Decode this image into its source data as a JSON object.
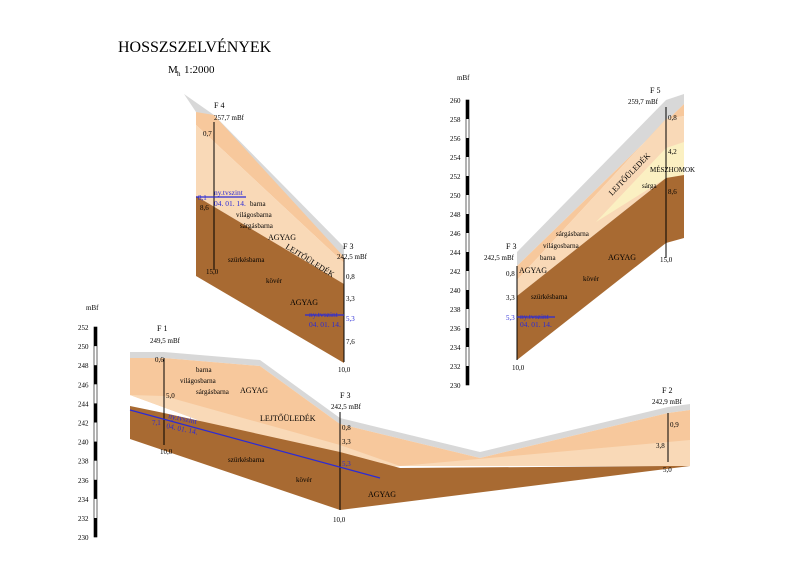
{
  "title": "HOSSZSZELVÉNYEK",
  "scale": {
    "prefix": "M",
    "sub": "h",
    "value": "1:2000"
  },
  "colors": {
    "topsoil": "#f7c89c",
    "lightclay": "#f9d9b7",
    "brownclay": "#a86a32",
    "sand": "#fbf0c2",
    "water": "#3a2fb0",
    "grey": "#c9c9c9"
  },
  "axis_top": {
    "unit": "mBf",
    "ticks": [
      "260",
      "258",
      "256",
      "254",
      "252",
      "250",
      "248",
      "246",
      "244",
      "242",
      "240",
      "238",
      "236",
      "234",
      "232",
      "230"
    ]
  },
  "axis_bottom": {
    "unit": "mBf",
    "ticks": [
      "252",
      "250",
      "248",
      "246",
      "244",
      "242",
      "240",
      "238",
      "236",
      "234",
      "232",
      "230"
    ]
  },
  "f4": {
    "name": "F 4",
    "elev": "257,7 mBf",
    "d1": "0,7",
    "d2": "8,6",
    "bottom": "15,0",
    "water": {
      "label": "ny.tvszint",
      "date": "04. 01. 14.",
      "depth": "8,1"
    },
    "labels": {
      "barna": "barna",
      "vilagos": "világosbarna",
      "sargas": "sárgásbarna",
      "agyag1": "AGYAG",
      "lejto": "LEJTŐÜLEDÉK",
      "szurke": "szürkésbarna",
      "kover": "kövér",
      "agyag2": "AGYAG"
    }
  },
  "f3_a": {
    "name": "F 3",
    "elev": "242,5 mBf",
    "d1": "0,8",
    "d2": "3,3",
    "d3": "5,3",
    "d4": "7,6",
    "bottom": "10,0",
    "water": {
      "label": "ny.tvszint",
      "date": "04. 01. 14."
    }
  },
  "f5": {
    "name": "F 5",
    "elev": "259,7 mBf",
    "d1": "0,8",
    "d2": "4,2",
    "d3": "8,6",
    "bottom": "15,0",
    "labels": {
      "lejto": "LEJTŐÜLEDÉK",
      "homok": "MÉSZHOMOK",
      "sarga": "sárga"
    }
  },
  "f3_b": {
    "name": "F 3",
    "elev": "242,5 mBf",
    "d1": "0,8",
    "d2": "3,3",
    "d3": "5,3",
    "bottom": "10,0",
    "water": {
      "label": "ny.tvszint",
      "date": "04. 01. 14."
    },
    "labels": {
      "agyag1": "AGYAG",
      "sargas": "sárgásbarna",
      "vilagos": "világosbarna",
      "barna": "barna",
      "agyag2": "AGYAG",
      "kover": "kövér",
      "szurke": "szürkésbarna"
    }
  },
  "f1": {
    "name": "F 1",
    "elev": "249,5 mBf",
    "d1": "0,6",
    "d2": "5,0",
    "d3": "7,1",
    "bottom": "10,0",
    "water": {
      "label": "ny.tvszint",
      "date": "04. 01. 14."
    },
    "labels": {
      "barna": "barna",
      "vilagos": "világosbarna",
      "sargas": "sárgásbarna",
      "agyag1": "AGYAG",
      "lejto": "LEJTŐÜLEDÉK",
      "szurke": "szürkésbarna",
      "kover": "kövér",
      "agyag2": "AGYAG"
    }
  },
  "f3_c": {
    "name": "F 3",
    "elev": "242,5 mBf",
    "d1": "0,8",
    "d2": "3,3",
    "d3": "5,3",
    "bottom": "10,0"
  },
  "f2": {
    "name": "F 2",
    "elev": "242,9 mBf",
    "d1": "0,9",
    "d2": "3,8",
    "bottom": "5,0"
  }
}
